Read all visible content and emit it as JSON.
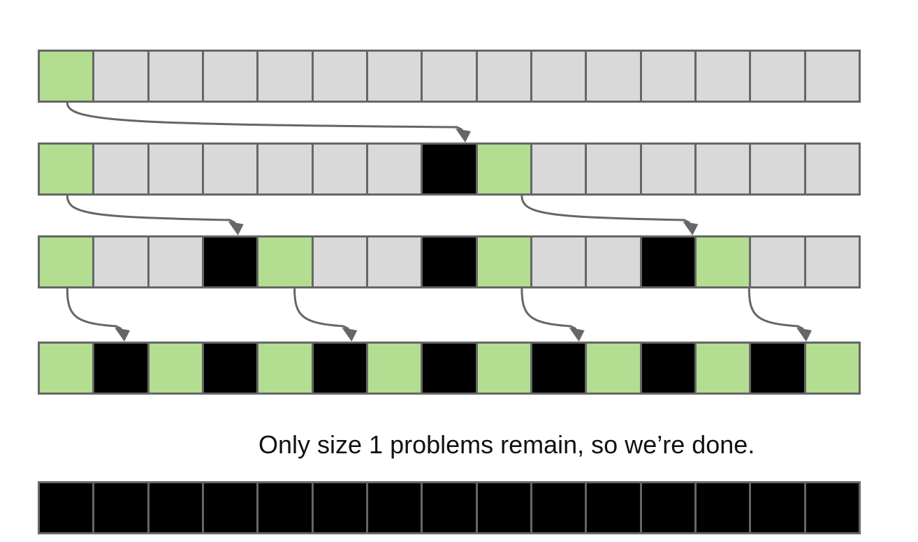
{
  "colors": {
    "empty": "#d9d9d9",
    "pivot": "#b3de91",
    "done": "#000000",
    "border": "#666666",
    "arrow": "#666666"
  },
  "rows": [
    [
      "pivot",
      "empty",
      "empty",
      "empty",
      "empty",
      "empty",
      "empty",
      "empty",
      "empty",
      "empty",
      "empty",
      "empty",
      "empty",
      "empty",
      "empty"
    ],
    [
      "pivot",
      "empty",
      "empty",
      "empty",
      "empty",
      "empty",
      "empty",
      "done",
      "pivot",
      "empty",
      "empty",
      "empty",
      "empty",
      "empty",
      "empty"
    ],
    [
      "pivot",
      "empty",
      "empty",
      "done",
      "pivot",
      "empty",
      "empty",
      "done",
      "pivot",
      "empty",
      "empty",
      "done",
      "pivot",
      "empty",
      "empty"
    ],
    [
      "pivot",
      "done",
      "pivot",
      "done",
      "pivot",
      "done",
      "pivot",
      "done",
      "pivot",
      "done",
      "pivot",
      "done",
      "pivot",
      "done",
      "pivot"
    ],
    [
      "done",
      "done",
      "done",
      "done",
      "done",
      "done",
      "done",
      "done",
      "done",
      "done",
      "done",
      "done",
      "done",
      "done",
      "done"
    ]
  ],
  "arrows": [
    {
      "from": [
        0,
        0
      ],
      "to": [
        1,
        7
      ]
    },
    {
      "from": [
        1,
        0
      ],
      "to": [
        2,
        3
      ]
    },
    {
      "from": [
        1,
        8
      ],
      "to": [
        2,
        11
      ]
    },
    {
      "from": [
        2,
        0
      ],
      "to": [
        3,
        1
      ]
    },
    {
      "from": [
        2,
        4
      ],
      "to": [
        3,
        5
      ]
    },
    {
      "from": [
        2,
        8
      ],
      "to": [
        3,
        9
      ]
    },
    {
      "from": [
        2,
        12
      ],
      "to": [
        3,
        13
      ]
    }
  ],
  "caption": "Only size 1 problems remain, so we’re done."
}
